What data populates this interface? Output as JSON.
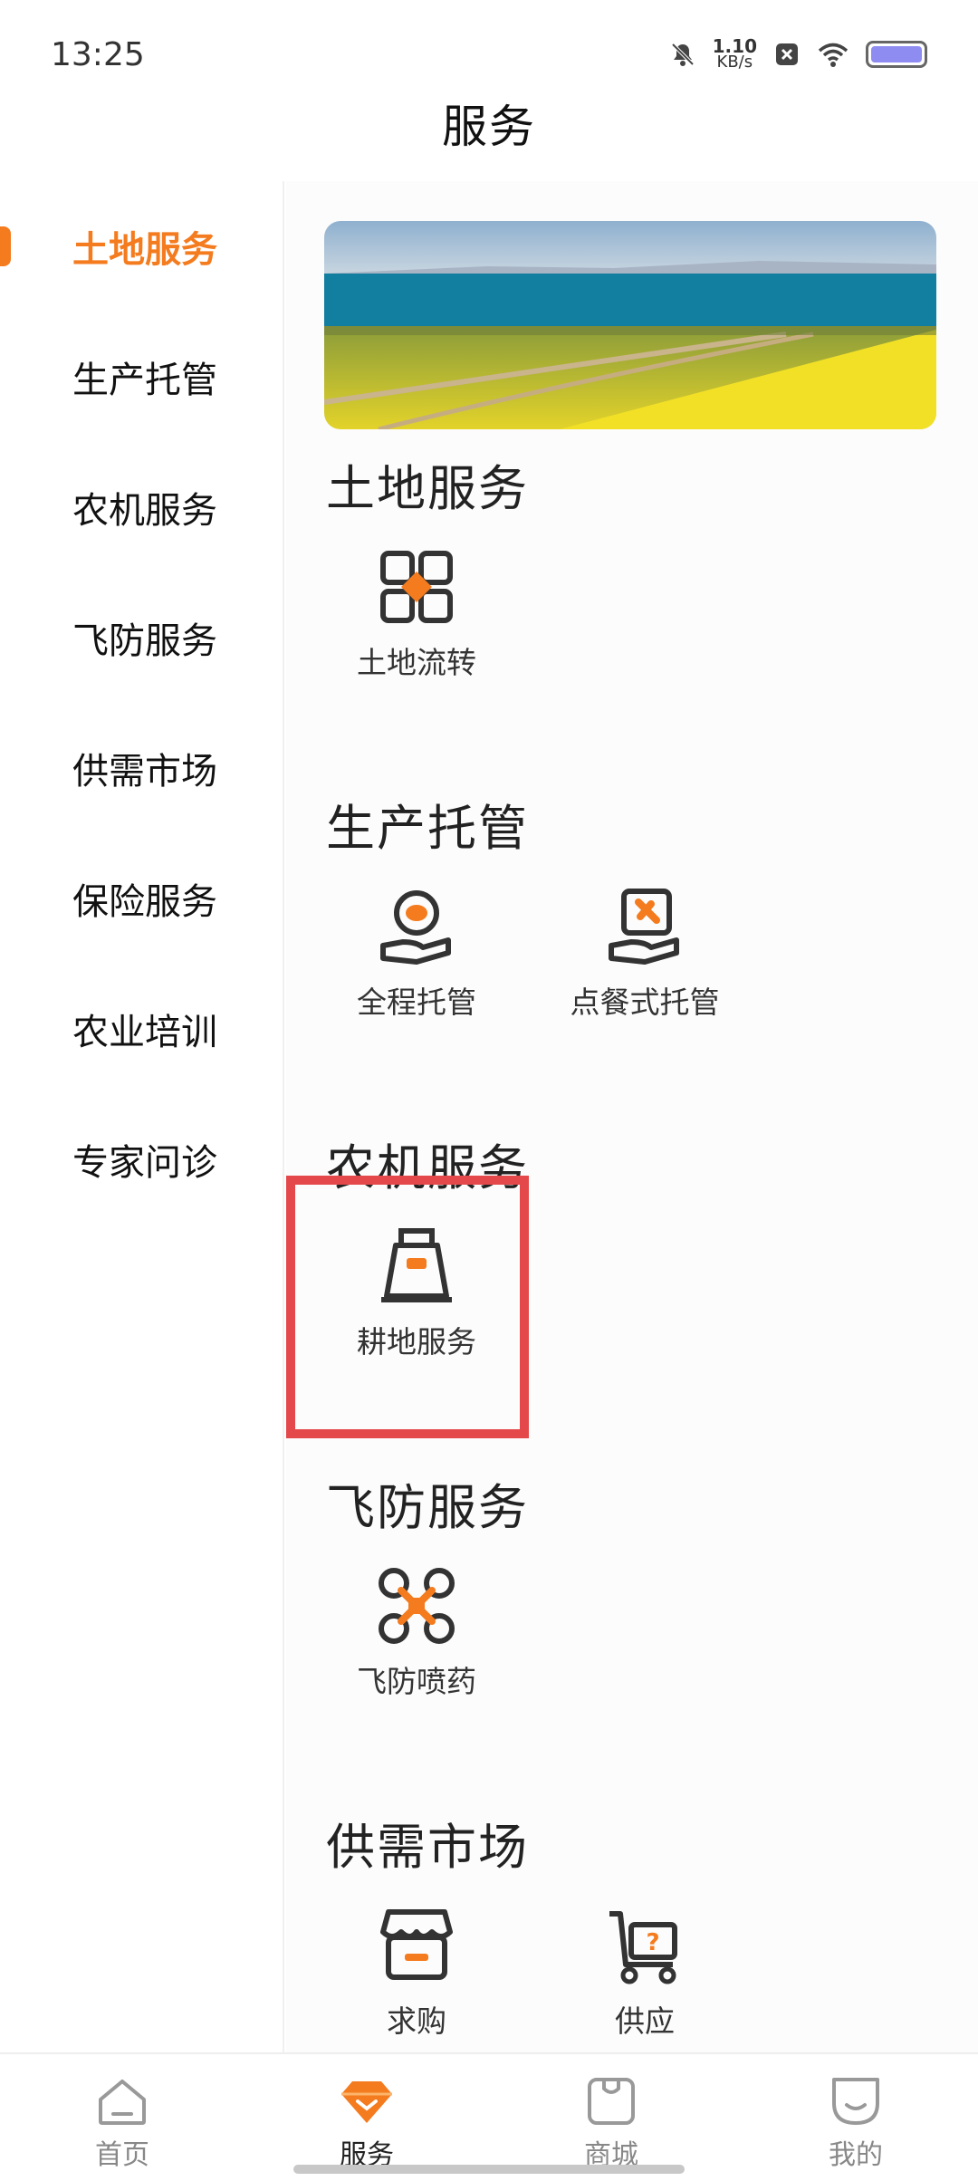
{
  "status_bar": {
    "time": "13:25",
    "net_speed_value": "1.10",
    "net_speed_unit": "KB/s",
    "icons": [
      "bell-muted-icon",
      "close-box-icon",
      "wifi-icon",
      "battery-icon"
    ]
  },
  "header": {
    "title": "服务"
  },
  "sidebar": {
    "items": [
      {
        "label": "土地服务",
        "active": true
      },
      {
        "label": "生产托管"
      },
      {
        "label": "农机服务"
      },
      {
        "label": "飞防服务"
      },
      {
        "label": "供需市场"
      },
      {
        "label": "保险服务"
      },
      {
        "label": "农业培训"
      },
      {
        "label": "专家问诊"
      }
    ]
  },
  "content": {
    "sections": [
      {
        "title": "土地服务",
        "tiles": [
          {
            "label": "土地流转",
            "icon": "land-transfer-icon"
          }
        ]
      },
      {
        "title": "生产托管",
        "tiles": [
          {
            "label": "全程托管",
            "icon": "full-trusteeship-icon"
          },
          {
            "label": "点餐式托管",
            "icon": "order-trusteeship-icon"
          }
        ]
      },
      {
        "title": "农机服务",
        "tiles": [
          {
            "label": "耕地服务",
            "icon": "tractor-icon"
          }
        ]
      },
      {
        "title": "飞防服务",
        "tiles": [
          {
            "label": "飞防喷药",
            "icon": "drone-icon"
          }
        ]
      },
      {
        "title": "供需市场",
        "tiles": [
          {
            "label": "求购",
            "icon": "store-icon"
          },
          {
            "label": "供应",
            "icon": "cart-icon"
          }
        ]
      }
    ]
  },
  "bottom_nav": {
    "items": [
      {
        "label": "首页",
        "icon": "home-icon"
      },
      {
        "label": "服务",
        "icon": "diamond-icon",
        "active": true
      },
      {
        "label": "商城",
        "icon": "shop-bag-icon"
      },
      {
        "label": "我的",
        "icon": "profile-icon"
      }
    ]
  },
  "colors": {
    "accent": "#f47b1e",
    "highlight": "#e5484a",
    "text": "#222222"
  }
}
